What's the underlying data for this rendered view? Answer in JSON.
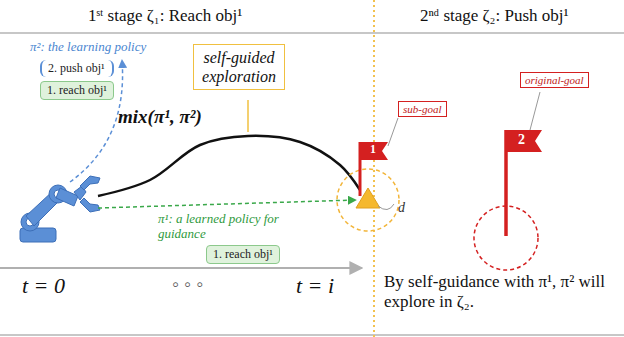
{
  "diagram": {
    "nodes": [
      {
        "text": [
          "self-guided exploration"
        ]
      },
      {
        "text": [
          "2. push obj¹"
        ]
      },
      {
        "text": [
          "1. reach obj¹"
        ]
      },
      {
        "text": [
          "1. reach obj¹"
        ]
      },
      {
        "text": [
          "sub-goal"
        ]
      },
      {
        "text": [
          "original-goal"
        ]
      }
    ],
    "labels": [
      "1ˢᵗ stage ζ₁: Reach obj¹",
      "2ⁿᵈ stage ζ₂: Push obj¹",
      "π²: the learning policy",
      "mix(π¹, π²)",
      "π¹: a learned policy for guidance",
      "1",
      "2",
      "d",
      "t = 0",
      "◦ ◦ ◦",
      "t = i",
      "By self-guidance with π¹, π² will explore in ζ₂."
    ]
  }
}
